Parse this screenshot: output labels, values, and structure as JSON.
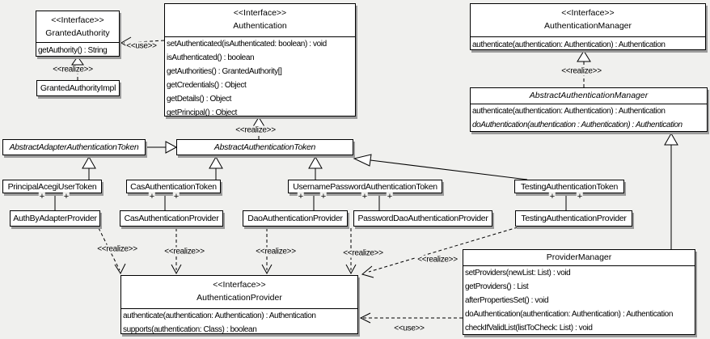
{
  "labels": {
    "interface_stereotype": "<<Interface>>",
    "realize": "<<realize>>",
    "use": "<<use>>",
    "plus": "+"
  },
  "colors": {
    "background": "#f0f0ee",
    "box_fill": "#ffffff",
    "box_border": "#000000",
    "box_shadow": "#9b9b9b",
    "text": "#000000"
  },
  "classes": {
    "granted_authority": {
      "kind": "interface",
      "name": "GrantedAuthority",
      "methods": [
        "getAuthority() : String"
      ]
    },
    "granted_authority_impl": {
      "kind": "class",
      "name": "GrantedAuthorityImpl"
    },
    "authentication": {
      "kind": "interface",
      "name": "Authentication",
      "methods": [
        "setAuthenticated(isAuthenticated: boolean) : void",
        "isAuthenticated() : boolean",
        "getAuthorities() : GrantedAuthority[]",
        "getCredentials() : Object",
        "getDetails() : Object",
        "getPrincipal() : Object"
      ]
    },
    "authentication_manager": {
      "kind": "interface",
      "name": "AuthenticationManager",
      "methods": [
        "authenticate(authentication: Authentication) : Authentication"
      ]
    },
    "abstract_authentication_manager": {
      "kind": "abstract class",
      "name": "AbstractAuthenticationManager",
      "methods": [
        "authenticate(authentication: Authentication) : Authentication",
        "doAuthentication(authentication : Authentication) : Authentication"
      ]
    },
    "abstract_adapter_authentication_token": {
      "kind": "abstract class",
      "name": "AbstractAdapterAuthenticationToken"
    },
    "abstract_authentication_token": {
      "kind": "abstract class",
      "name": "AbstractAuthenticationToken"
    },
    "principal_acegi_user_token": {
      "kind": "class",
      "name": "PrincipalAcegiUserToken"
    },
    "cas_authentication_token": {
      "kind": "class",
      "name": "CasAuthenticationToken"
    },
    "username_password_authentication_token": {
      "kind": "class",
      "name": "UsernamePasswordAuthenticationToken"
    },
    "testing_authentication_token": {
      "kind": "class",
      "name": "TestingAuthenticationToken"
    },
    "auth_by_adapter_provider": {
      "kind": "class",
      "name": "AuthByAdapterProvider"
    },
    "cas_authentication_provider": {
      "kind": "class",
      "name": "CasAuthenticationProvider"
    },
    "dao_authentication_provider": {
      "kind": "class",
      "name": "DaoAuthenticationProvider"
    },
    "password_dao_authentication_provider": {
      "kind": "class",
      "name": "PasswordDaoAuthenticationProvider"
    },
    "testing_authentication_provider": {
      "kind": "class",
      "name": "TestingAuthenticationProvider"
    },
    "authentication_provider": {
      "kind": "interface",
      "name": "AuthenticationProvider",
      "methods": [
        "authenticate(authentication: Authentication) : Authentication",
        "supports(authentication: Class) : boolean"
      ]
    },
    "provider_manager": {
      "kind": "class",
      "name": "ProviderManager",
      "methods": [
        "setProviders(newList: List) : void",
        "getProviders() : List",
        "afterPropertiesSet() : void",
        "doAuthentication(authentication: Authentication) : Authentication",
        "checkIfValidList(listToCheck: List) : void"
      ]
    }
  },
  "relationships": [
    {
      "type": "use",
      "from": "Authentication",
      "to": "GrantedAuthority",
      "label": "<<use>>"
    },
    {
      "type": "realize",
      "from": "GrantedAuthorityImpl",
      "to": "GrantedAuthority",
      "label": "<<realize>>"
    },
    {
      "type": "realize",
      "from": "AbstractAuthenticationToken",
      "to": "Authentication",
      "label": "<<realize>>"
    },
    {
      "type": "realize",
      "from": "AbstractAuthenticationManager",
      "to": "AuthenticationManager",
      "label": "<<realize>>"
    },
    {
      "type": "generalization",
      "from": "AbstractAdapterAuthenticationToken",
      "to": "AbstractAuthenticationToken"
    },
    {
      "type": "generalization",
      "from": "PrincipalAcegiUserToken",
      "to": "AbstractAdapterAuthenticationToken"
    },
    {
      "type": "generalization",
      "from": "CasAuthenticationToken",
      "to": "AbstractAuthenticationToken"
    },
    {
      "type": "generalization",
      "from": "UsernamePasswordAuthenticationToken",
      "to": "AbstractAuthenticationToken"
    },
    {
      "type": "generalization",
      "from": "TestingAuthenticationToken",
      "to": "AbstractAuthenticationToken"
    },
    {
      "type": "generalization",
      "from": "ProviderManager",
      "to": "AbstractAuthenticationManager"
    },
    {
      "type": "association",
      "from": "PrincipalAcegiUserToken",
      "to": "AuthByAdapterProvider",
      "end_labels": [
        "+",
        "+"
      ]
    },
    {
      "type": "association",
      "from": "CasAuthenticationToken",
      "to": "CasAuthenticationProvider",
      "end_labels": [
        "+",
        "+"
      ]
    },
    {
      "type": "association",
      "from": "UsernamePasswordAuthenticationToken",
      "to": "DaoAuthenticationProvider",
      "end_labels": [
        "+",
        "+"
      ]
    },
    {
      "type": "association",
      "from": "UsernamePasswordAuthenticationToken",
      "to": "PasswordDaoAuthenticationProvider",
      "end_labels": [
        "+",
        "+"
      ]
    },
    {
      "type": "association",
      "from": "TestingAuthenticationToken",
      "to": "TestingAuthenticationProvider",
      "end_labels": [
        "+",
        "+"
      ]
    },
    {
      "type": "realize",
      "from": "AuthByAdapterProvider",
      "to": "AuthenticationProvider",
      "label": "<<realize>>"
    },
    {
      "type": "realize",
      "from": "CasAuthenticationProvider",
      "to": "AuthenticationProvider",
      "label": "<<realize>>"
    },
    {
      "type": "realize",
      "from": "DaoAuthenticationProvider",
      "to": "AuthenticationProvider",
      "label": "<<realize>>"
    },
    {
      "type": "realize",
      "from": "PasswordDaoAuthenticationProvider",
      "to": "AuthenticationProvider",
      "label": "<<realize>>"
    },
    {
      "type": "realize",
      "from": "TestingAuthenticationProvider",
      "to": "AuthenticationProvider",
      "label": "<<realize>>"
    },
    {
      "type": "use",
      "from": "ProviderManager",
      "to": "AuthenticationProvider",
      "label": "<<use>>"
    }
  ]
}
